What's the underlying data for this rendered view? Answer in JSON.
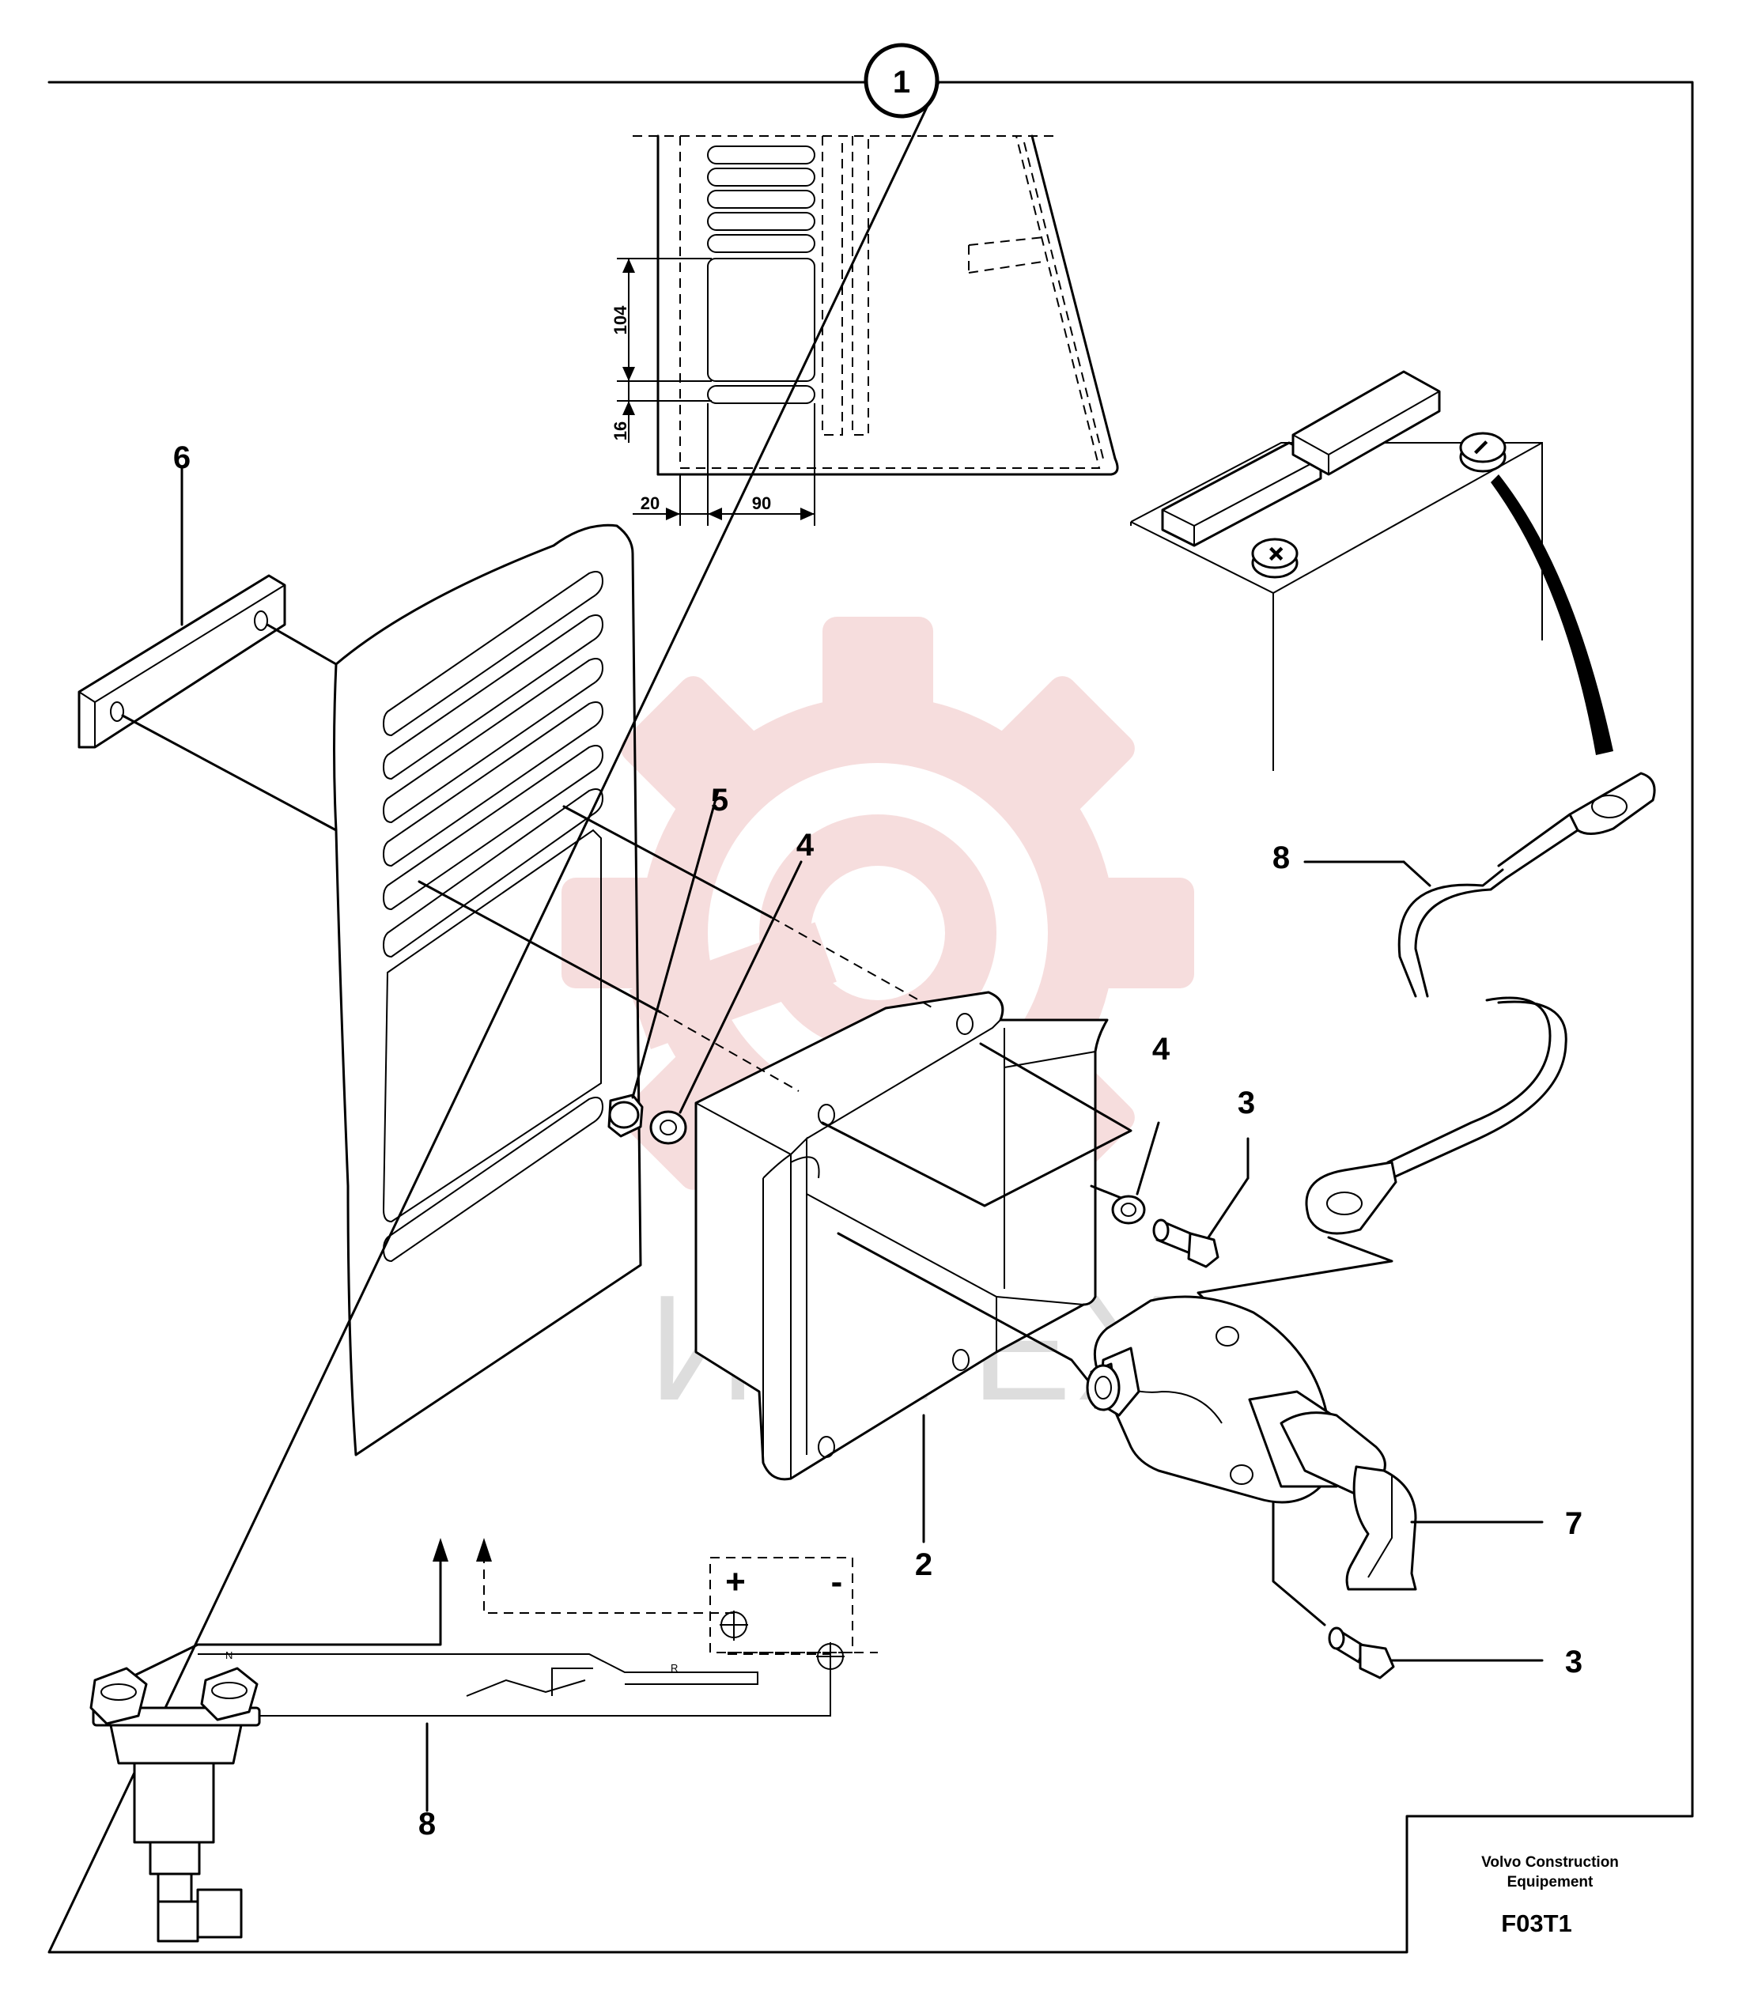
{
  "diagram": {
    "section_number": "1",
    "dimensions": {
      "d104": "104",
      "d16": "16",
      "d20": "20",
      "d90": "90"
    },
    "callouts": {
      "c6": "6",
      "c5": "5",
      "c4a": "4",
      "c4b": "4",
      "c3a": "3",
      "c3b": "3",
      "c8a": "8",
      "c8b": "8",
      "c2": "2",
      "c7": "7"
    },
    "battery_marks": {
      "negative": "−",
      "positive": "+"
    },
    "wiring": {
      "plus": "+",
      "minus": "-",
      "label_n": "N",
      "label_r": "R"
    },
    "watermark": {
      "text": "ИНТЕХ",
      "color": "#e8a0a0"
    },
    "title_block": {
      "company_line1": "Volvo Construction",
      "company_line2": "Equipement",
      "code": "F03T1"
    }
  }
}
